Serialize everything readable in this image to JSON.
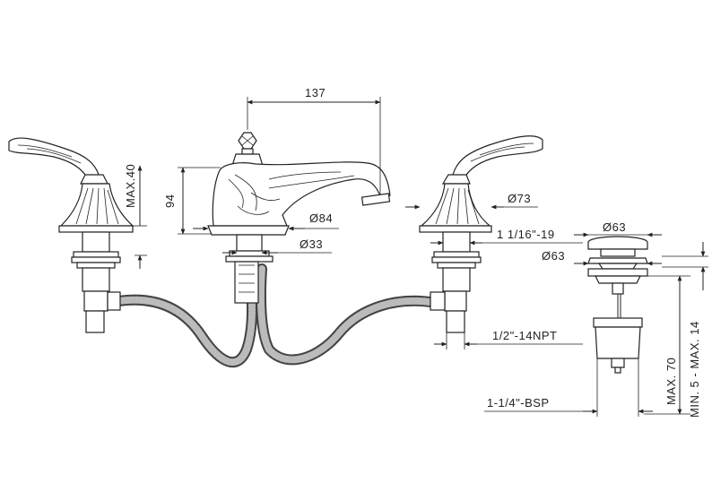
{
  "dimensions": {
    "spout_reach": "137",
    "spout_height": "94",
    "max_handle_height": "MAX.40",
    "spout_base_diameter": "Ø84",
    "spout_shank_diameter": "Ø33",
    "valve_base_diameter": "Ø73",
    "valve_thread": "1 1/16\"-19",
    "cap_diameter": "Ø63",
    "drain_flange_diameter": "Ø63",
    "supply_thread": "1/2\"-14NPT",
    "drain_thread": "1-1/4\"-BSP",
    "drain_max_length": "MAX. 70",
    "deck_thickness": "MIN. 5 - MAX. 14"
  }
}
